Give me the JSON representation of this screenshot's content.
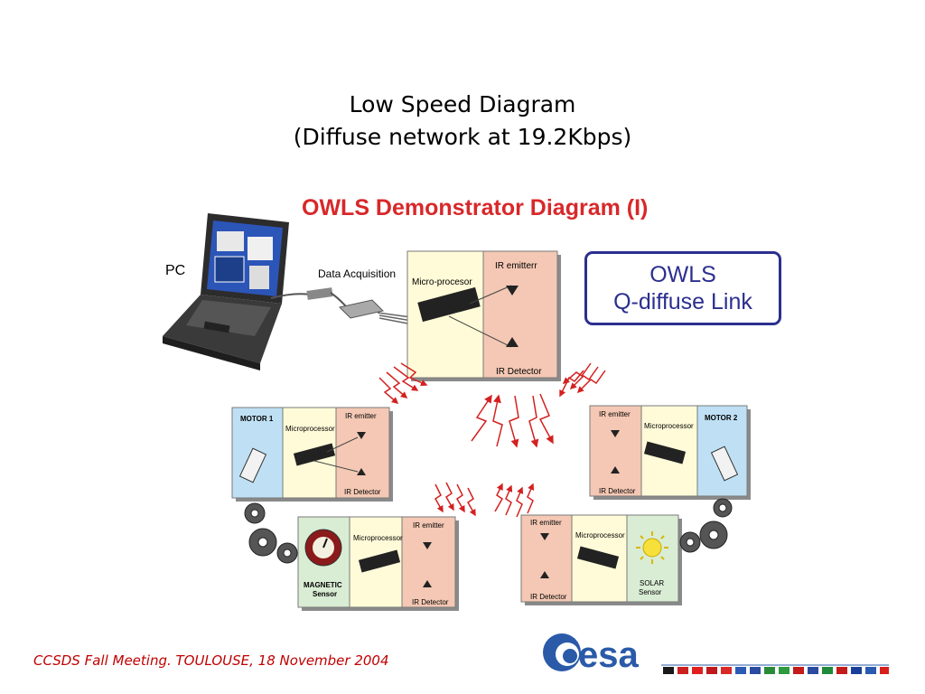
{
  "slide": {
    "title_line1": "Low Speed Diagram",
    "title_line2": "(Diffuse network at 19.2Kbps)"
  },
  "diagram": {
    "title": "OWLS Demonstrator Diagram (I)",
    "pc_label": "PC",
    "data_acquisition_label": "Data Acquisition",
    "owls_box": {
      "line1": "OWLS",
      "line2": "Q-diffuse Link"
    },
    "central_node": {
      "micro": "Micro-procesor",
      "emitter": "IR emitterr",
      "detector": "IR Detector"
    },
    "motor1_node": {
      "device": "MOTOR 1",
      "micro": "Microprocessor",
      "emitter": "IR emitter",
      "detector": "IR Detector"
    },
    "motor2_node": {
      "device": "MOTOR 2",
      "micro": "Microprocessor",
      "emitter": "IR emitter",
      "detector": "IR Detector"
    },
    "magnetic_node": {
      "device_line1": "MAGNETIC",
      "device_line2": "Sensor",
      "micro": "Microprocessor",
      "emitter": "IR emitter",
      "detector": "IR Detector"
    },
    "solar_node": {
      "device_line1": "SOLAR",
      "device_line2": "Sensor",
      "micro": "Microprocessor",
      "emitter": "IR emitter",
      "detector": "IR Detector"
    }
  },
  "footer": {
    "meeting": "CCSDS Fall  Meeting. TOULOUSE, 18 November 2004",
    "logo_text": "esa"
  },
  "colors": {
    "title_red": "#d8282a",
    "owls_blue": "#2b2f8f",
    "footer_red": "#c00000",
    "micro_panel": "#fffbd8",
    "ir_panel": "#f4c8b4",
    "device_panel_blue": "#bfe0f4",
    "device_panel_green": "#d9ecd4",
    "arrow_red": "#d42020",
    "esa_blue": "#2a5aa8"
  }
}
